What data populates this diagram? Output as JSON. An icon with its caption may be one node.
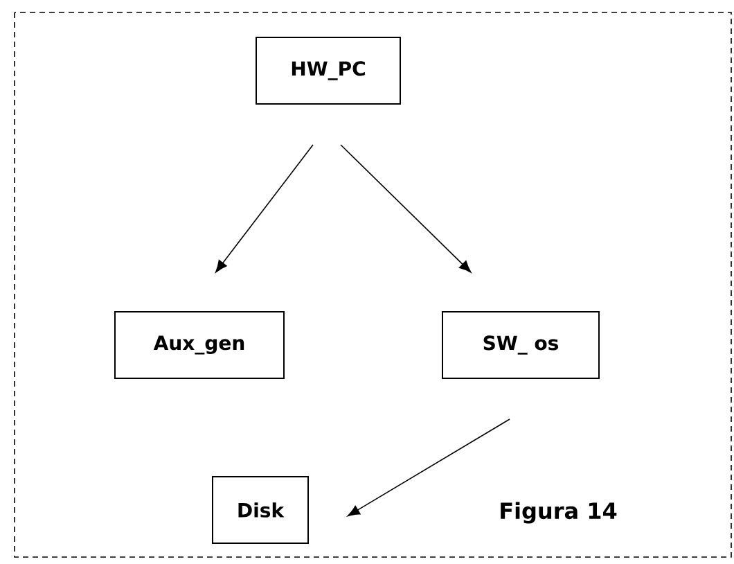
{
  "diagram": {
    "caption": "Figura 14",
    "nodes": [
      {
        "text": [
          "HW_PC"
        ]
      },
      {
        "text": [
          "Aux_gen"
        ]
      },
      {
        "text": [
          "SW_ os"
        ]
      },
      {
        "text": [
          "Disk"
        ]
      }
    ],
    "edges": [
      {
        "from": 0,
        "to": 1,
        "arrow": "to"
      },
      {
        "from": 0,
        "to": 2,
        "arrow": "to"
      },
      {
        "from": 2,
        "to": 3,
        "arrow": "to"
      }
    ]
  }
}
